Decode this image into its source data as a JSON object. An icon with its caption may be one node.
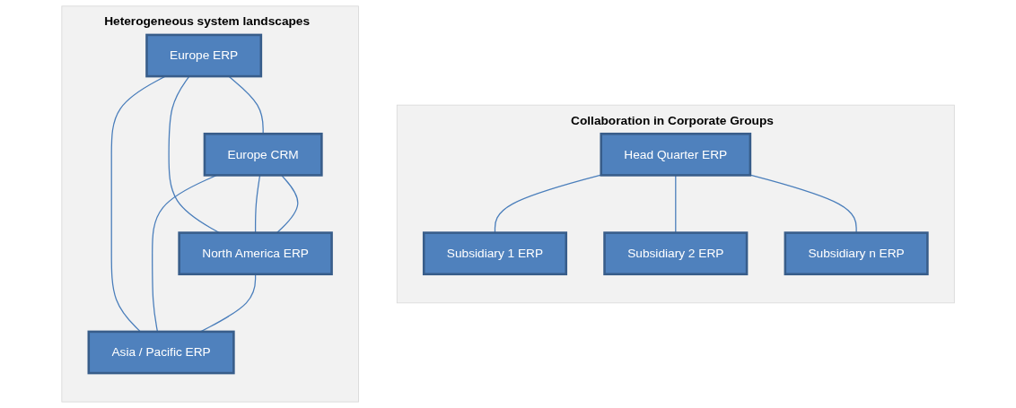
{
  "diagram": {
    "nodes": [
      {
        "text": [
          "Collaboration in Corporate Groups"
        ]
      },
      {
        "text": [
          "Head Quarter ERP"
        ],
        "in": 0
      },
      {
        "text": [
          "Subsidiary 1 ERP"
        ],
        "in": 0
      },
      {
        "text": [
          "Subsidiary 2 ERP"
        ],
        "in": 0
      },
      {
        "text": [
          "Subsidiary n ERP"
        ],
        "in": 0
      },
      {
        "text": [
          "Heterogeneous system landscapes"
        ]
      },
      {
        "text": [
          "Europe ERP"
        ],
        "in": 5
      },
      {
        "text": [
          "Europe CRM"
        ],
        "in": 5
      },
      {
        "text": [
          "North America ERP"
        ],
        "in": 5
      },
      {
        "text": [
          "Asia / Pacific ERP"
        ],
        "in": 5
      }
    ],
    "edges": [
      {
        "from": 1,
        "to": 2,
        "arrow": "none"
      },
      {
        "from": 1,
        "to": 3,
        "arrow": "none"
      },
      {
        "from": 1,
        "to": 4,
        "arrow": "none"
      },
      {
        "from": 6,
        "to": 7,
        "arrow": "none"
      },
      {
        "from": 6,
        "to": 8,
        "arrow": "none"
      },
      {
        "from": 6,
        "to": 9,
        "arrow": "none"
      },
      {
        "from": 7,
        "to": 8,
        "arrow": "none"
      },
      {
        "from": 7,
        "to": 8,
        "arrow": "none"
      },
      {
        "from": 7,
        "to": 9,
        "arrow": "none"
      },
      {
        "from": 8,
        "to": 9,
        "arrow": "none"
      }
    ]
  }
}
